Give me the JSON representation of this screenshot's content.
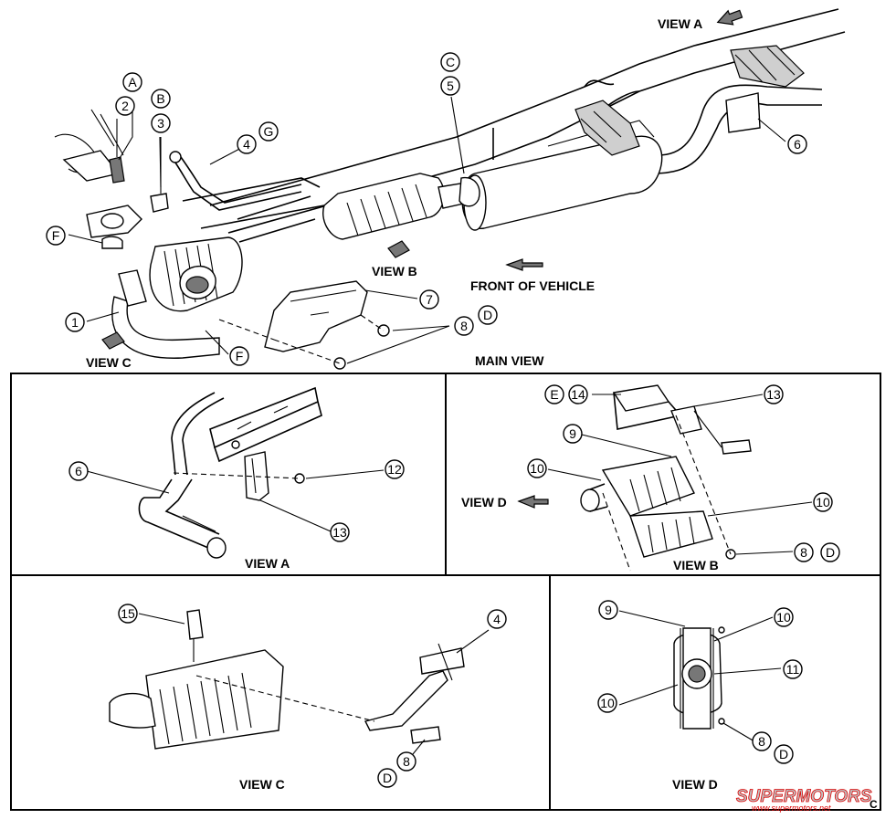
{
  "view_labels": {
    "main": "MAIN VIEW",
    "view_a_top": "VIEW A",
    "view_b_main": "VIEW B",
    "view_c_main": "VIEW C",
    "front_of_vehicle": "FRONT OF VEHICLE",
    "view_a": "VIEW A",
    "view_b": "VIEW B",
    "view_c": "VIEW C",
    "view_d_arrow": "VIEW D",
    "view_d": "VIEW D"
  },
  "callouts": {
    "n1": "1",
    "n2": "2",
    "n3": "3",
    "n4": "4",
    "n5": "5",
    "n6": "6",
    "n7": "7",
    "n8": "8",
    "n9": "9",
    "n10": "10",
    "n11": "11",
    "n12": "12",
    "n13": "13",
    "n14": "14",
    "n15": "15",
    "lA": "A",
    "lB": "B",
    "lC": "C",
    "lD": "D",
    "lE": "E",
    "lF": "F",
    "lG": "G"
  },
  "watermark": {
    "brand": "SUPERMOTORS",
    "url": "www.supermotors.net"
  },
  "corner_mark": "C"
}
